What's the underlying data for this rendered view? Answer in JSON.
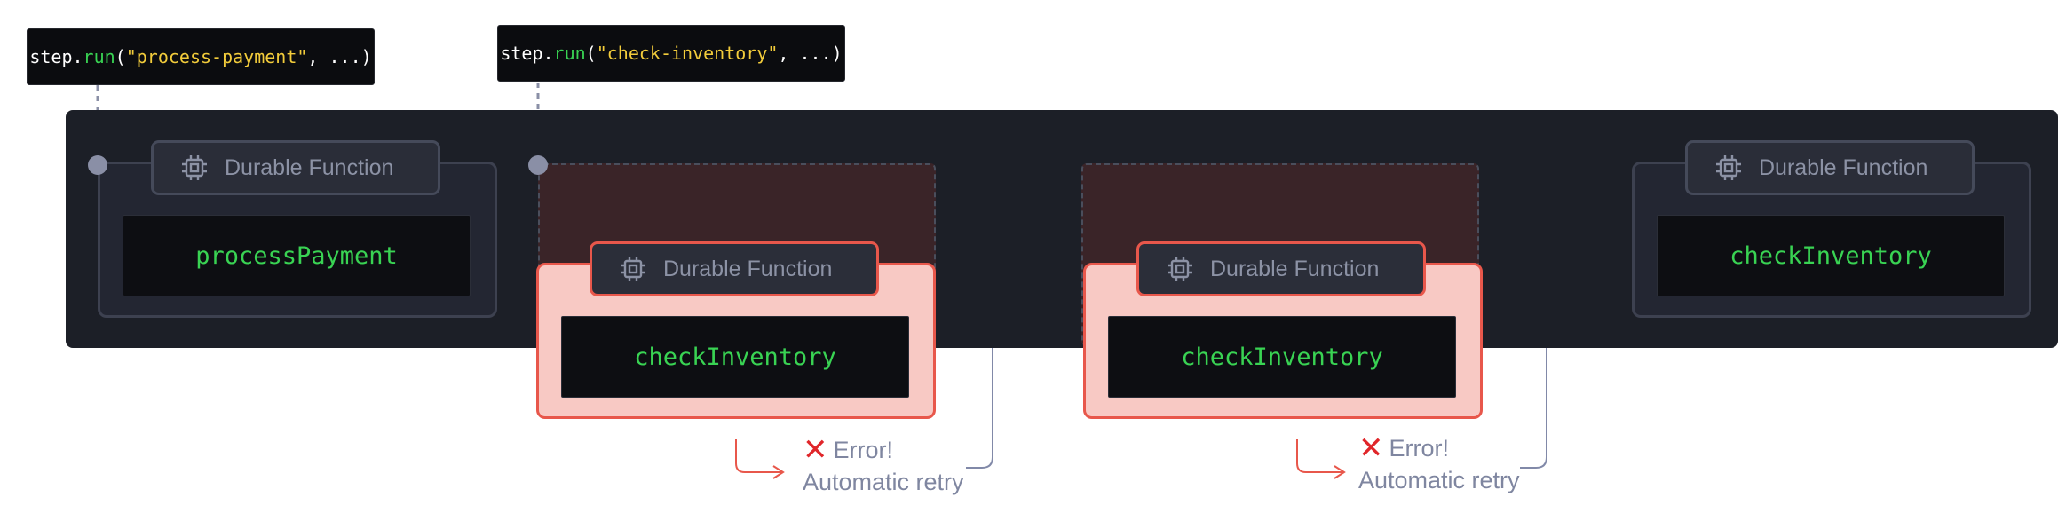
{
  "snippets": {
    "first": {
      "object": "step",
      "dot": ".",
      "method": "run",
      "open": "(",
      "arg": "\"process-payment\"",
      "rest": ", ...)"
    },
    "second": {
      "object": "step",
      "dot": ".",
      "method": "run",
      "open": "(",
      "arg": "\"check-inventory\"",
      "rest": ", ...)"
    }
  },
  "functions": [
    {
      "badge": "Durable Function",
      "name": "processPayment",
      "state": "ok",
      "icon": "chip-icon"
    },
    {
      "badge": "Durable Function",
      "name": "checkInventory",
      "state": "error",
      "icon": "chip-icon"
    },
    {
      "badge": "Durable Function",
      "name": "checkInventory",
      "state": "error",
      "icon": "chip-icon"
    },
    {
      "badge": "Durable Function",
      "name": "checkInventory",
      "state": "ok",
      "icon": "chip-icon"
    }
  ],
  "annotations": [
    {
      "error": "Error!",
      "retry": "Automatic retry",
      "icon": "x-icon"
    },
    {
      "error": "Error!",
      "retry": "Automatic retry",
      "icon": "x-icon"
    }
  ],
  "colors": {
    "stage": "#1c1f27",
    "success_text": "#39d353",
    "error_border": "#e8574b",
    "string_literal": "#f2cc3b"
  }
}
